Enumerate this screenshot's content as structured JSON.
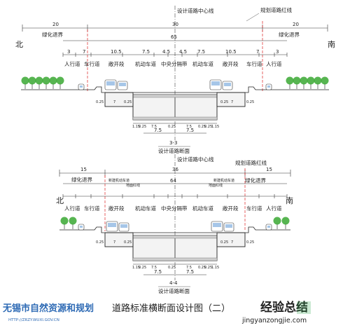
{
  "colors": {
    "line": "#222222",
    "red_line": "#dd2222",
    "tree": "#3aa832",
    "car": "#6aa0d8",
    "footer_blue": "#2f6bb5",
    "footer_dark": "#222222",
    "footer_green": "#2aa84a"
  },
  "section1": {
    "center_label": "设计道路中心线",
    "red_label": "规划道路红线",
    "north": "北",
    "south": "南",
    "dims_top": [
      "20",
      "30",
      "20"
    ],
    "total": "65",
    "green_left": "绿化退界",
    "green_right": "绿化退界",
    "lanes": [
      "3",
      "7",
      "10.5",
      "7.5",
      "4.5",
      "4.5",
      "7.5",
      "10.5",
      "7",
      "3"
    ],
    "lane_labels": [
      "人行道",
      "车行道",
      "敞开段",
      "机动车道",
      "中央分隔带",
      "机动车道",
      "敞开段",
      "车行道",
      "人行道"
    ],
    "under": [
      "0.25",
      "7",
      "0.25",
      "0.25",
      "7",
      "0.25"
    ],
    "under2": [
      "1.15",
      "0.25",
      "7.5",
      "0.25",
      "7.5",
      "0.25",
      "0.25",
      "1.15"
    ],
    "bottom": [
      "7.5",
      "7.5"
    ],
    "sec_no": "3-3",
    "sec_title": "设计道路断面"
  },
  "section2": {
    "center_label": "设计道路中心线",
    "red_label": "规划道路红线",
    "north": "北",
    "south": "南",
    "dims_top": [
      "15",
      "36",
      "15"
    ],
    "total": "64",
    "green_left": "绿化退界",
    "green_right": "绿化退界",
    "side_left": "新建机动车道",
    "side_right": "新建机动车道",
    "edge_left": "地面红线",
    "edge_right": "地面红线",
    "lane_labels": [
      "人行道",
      "车行道",
      "敞开段",
      "机动车道",
      "中央分隔带",
      "机动车道",
      "敞开段",
      "车行道",
      "人行道"
    ],
    "under": [
      "0.25",
      "7",
      "0.25",
      "0.25",
      "7",
      "0.25"
    ],
    "under2": [
      "1.15",
      "0.25",
      "7.5",
      "0.25",
      "7.5",
      "0.25",
      "0.25",
      "1.15"
    ],
    "bottom": [
      "7.5",
      "7.5"
    ],
    "sec_no": "4-4",
    "sec_title": "设计道路断面"
  },
  "footer": {
    "org": "无锡市自然资源和规划",
    "url": "HTTP://ZRZY.WUXI.GOV.CN",
    "title": "道路标准横断面设计图（二）",
    "brand": "经验总结",
    "brand_url": "jingyanzongjie.com"
  }
}
